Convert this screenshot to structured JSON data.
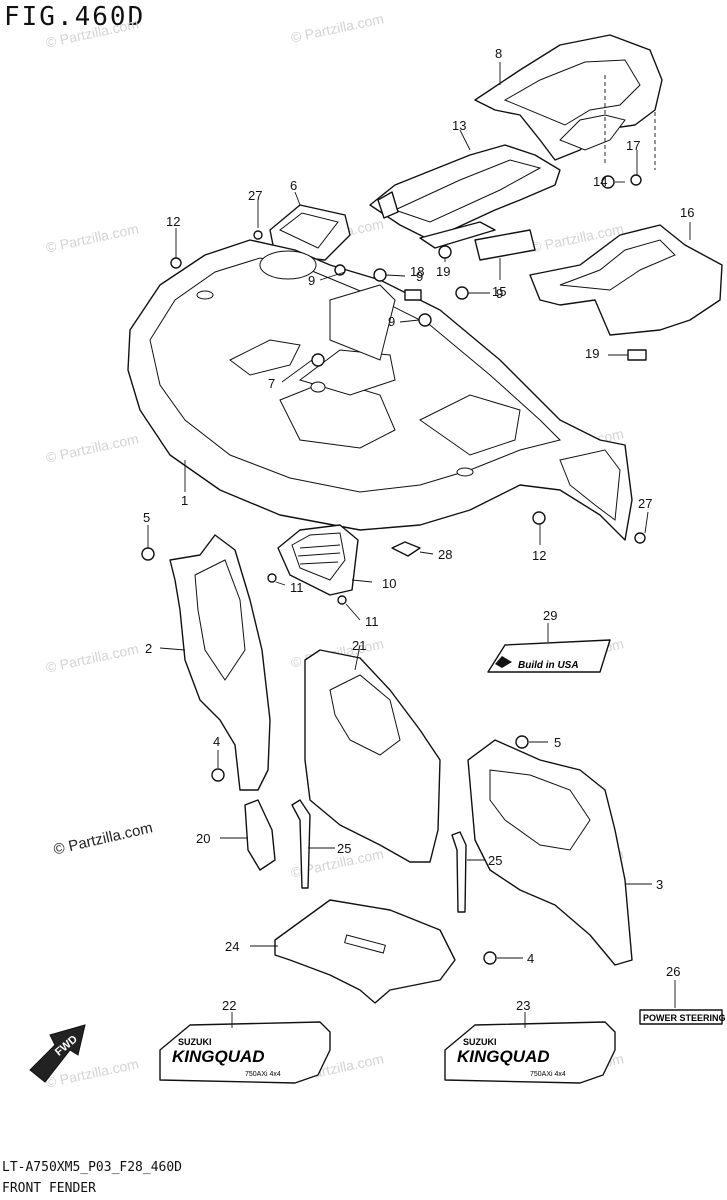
{
  "figure": {
    "title": "FIG.460D",
    "footer_code": "LT-A750XM5_P03_F28_460D",
    "footer_name": "FRONT FENDER"
  },
  "watermark": {
    "text": "© Partzilla.com",
    "main_text": "© Partzilla.com"
  },
  "callouts": {
    "c1": "1",
    "c2": "2",
    "c3": "3",
    "c4a": "4",
    "c4b": "4",
    "c5a": "5",
    "c5b": "5",
    "c6": "6",
    "c7": "7",
    "c8": "8",
    "c9a": "9",
    "c9b": "9",
    "c9c": "9",
    "c9d": "9",
    "c10": "10",
    "c11a": "11",
    "c11b": "11",
    "c12a": "12",
    "c12b": "12",
    "c13": "13",
    "c14": "14",
    "c15": "15",
    "c16": "16",
    "c17": "17",
    "c18": "18",
    "c19a": "19",
    "c19b": "19",
    "c20": "20",
    "c21": "21",
    "c22": "22",
    "c23": "23",
    "c24": "24",
    "c25a": "25",
    "c25b": "25",
    "c26": "26",
    "c27a": "27",
    "c27b": "27",
    "c28": "28",
    "c29": "29"
  },
  "decals": {
    "build_in_usa": "Build in USA",
    "power_steering": "POWER STEERING",
    "suzuki": "SUZUKI",
    "kingquad": "KINGQUAD",
    "model_small": "750AXi 4x4",
    "fwd": "FWD"
  }
}
